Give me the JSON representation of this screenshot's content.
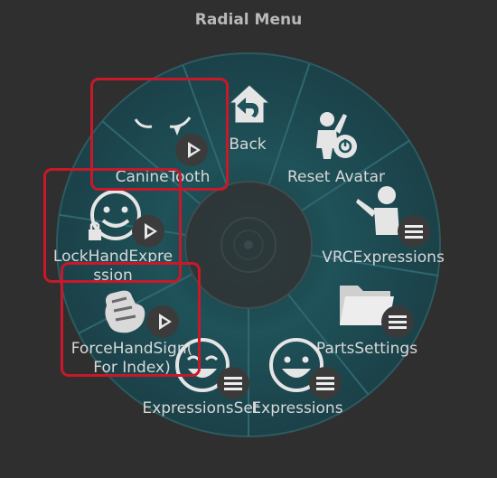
{
  "title": "Radial Menu",
  "colors": {
    "highlight": "#c8182a",
    "dial": "#1e4f55",
    "label": "#d8d8d8"
  },
  "items": [
    {
      "id": "back",
      "label": "Back",
      "icon": "back-home-icon",
      "badge": "none"
    },
    {
      "id": "reset-avatar",
      "label": "Reset Avatar",
      "icon": "reset-avatar-icon",
      "badge": "none"
    },
    {
      "id": "vrc-expressions",
      "label": "VRCExpressions",
      "icon": "person-waving-icon",
      "badge": "submenu-list"
    },
    {
      "id": "parts-settings",
      "label": "PartsSettings",
      "icon": "folder-icon",
      "badge": "submenu-list"
    },
    {
      "id": "expressions",
      "label": "Expressions",
      "icon": "smile-face-icon",
      "badge": "submenu-list"
    },
    {
      "id": "expressions-set",
      "label": "ExpressionsSet",
      "icon": "grin-face-icon",
      "badge": "submenu-list"
    },
    {
      "id": "force-hand-sign",
      "label": "ForceHandSign( For Index)",
      "icon": "hand-sign-icon",
      "badge": "play",
      "highlighted": true
    },
    {
      "id": "lock-hand-expression",
      "label": "LockHandExpression",
      "icon": "locked-smile-icon",
      "badge": "play",
      "highlighted": true
    },
    {
      "id": "canine-tooth",
      "label": "CanineTooth",
      "icon": "fang-icon",
      "badge": "play",
      "highlighted": true
    }
  ]
}
